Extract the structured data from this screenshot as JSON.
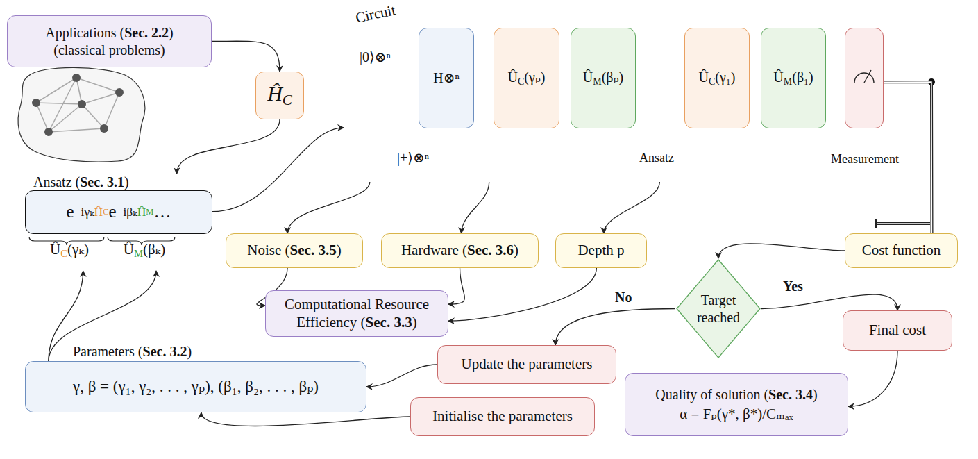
{
  "diagram": {
    "nodes": [
      {
        "text": [
          "Applications (Sec. 2.2)",
          "(classical problems)"
        ]
      },
      {
        "text": [
          "ĤC"
        ]
      },
      {
        "text": [
          "Circuit"
        ]
      },
      {
        "text": [
          "H⊗ⁿ"
        ],
        "in": 2
      },
      {
        "text": [
          "ÛC(γₚ)"
        ],
        "in": 2
      },
      {
        "text": [
          "ÛM(βₚ)"
        ],
        "in": 2
      },
      {
        "text": [
          "ÛC(γ₁)"
        ],
        "in": 2
      },
      {
        "text": [
          "ÛM(β₁)"
        ],
        "in": 2
      },
      {
        "text": [
          "Measurement"
        ],
        "in": 2
      },
      {
        "text": [
          "Ansatz (Sec. 3.1)",
          "e−iγₖĤC e−iβₖĤM …",
          "ÛC(γₖ)",
          "ÛM(βₖ)"
        ]
      },
      {
        "text": [
          "Noise (Sec. 3.5)"
        ]
      },
      {
        "text": [
          "Hardware (Sec. 3.6)"
        ]
      },
      {
        "text": [
          "Depth p"
        ]
      },
      {
        "text": [
          "Cost function"
        ]
      },
      {
        "text": [
          "Target reached"
        ]
      },
      {
        "text": [
          "Computational Resource Efficiency (Sec. 3.3)"
        ]
      },
      {
        "text": [
          "Final cost"
        ]
      },
      {
        "text": [
          "Update the parameters"
        ]
      },
      {
        "text": [
          "Parameters (Sec. 3.2)",
          "γ, β = (γ₁, γ₂, . . . , γₚ), (β₁, β₂, . . . , βₚ)"
        ]
      },
      {
        "text": [
          "Initialise the parameters"
        ]
      },
      {
        "text": [
          "Quality of solution (Sec. 3.4)",
          "α = Fₚ(γ*, β*)/Cₘₐₓ"
        ]
      }
    ],
    "edges": [
      {
        "from": 0,
        "to": 1,
        "arrow": "to"
      },
      {
        "from": 1,
        "to": 9,
        "arrow": "to"
      },
      {
        "from": 9,
        "to": 2,
        "arrow": "to"
      },
      {
        "from": 2,
        "to": 10,
        "arrow": "to"
      },
      {
        "from": 2,
        "to": 11,
        "arrow": "to"
      },
      {
        "from": 2,
        "to": 12,
        "arrow": "to"
      },
      {
        "from": 8,
        "to": 13,
        "arrow": "none"
      },
      {
        "from": 13,
        "to": 14,
        "arrow": "to"
      },
      {
        "from": 14,
        "to": 17,
        "label": "No",
        "arrow": "to"
      },
      {
        "from": 14,
        "to": 16,
        "label": "Yes",
        "arrow": "to"
      },
      {
        "from": 10,
        "to": 15,
        "arrow": "to"
      },
      {
        "from": 11,
        "to": 15,
        "arrow": "to"
      },
      {
        "from": 12,
        "to": 15,
        "arrow": "to"
      },
      {
        "from": 17,
        "to": 18,
        "arrow": "to"
      },
      {
        "from": 19,
        "to": 18,
        "arrow": "to"
      },
      {
        "from": 18,
        "to": 9,
        "arrow": "to"
      },
      {
        "from": 18,
        "to": 9,
        "arrow": "to"
      },
      {
        "from": 16,
        "to": 20,
        "arrow": "to"
      }
    ],
    "labels": [
      "|0⟩⊗ⁿ",
      "|+⟩⊗ⁿ",
      "Ansatz"
    ]
  }
}
